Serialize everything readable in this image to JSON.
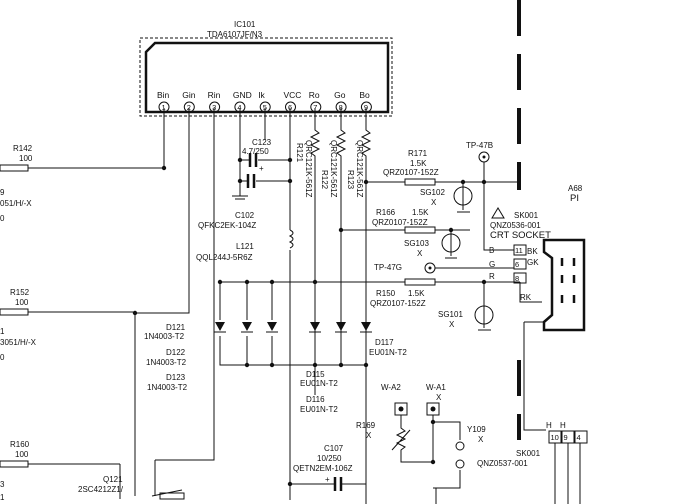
{
  "ic": {
    "ref": "IC101",
    "part": "TDA6107JF/N3",
    "pins": [
      {
        "name": "Bin",
        "num": "1"
      },
      {
        "name": "Gin",
        "num": "2"
      },
      {
        "name": "Rin",
        "num": "3"
      },
      {
        "name": "GND",
        "num": "4"
      },
      {
        "name": "Ik",
        "num": "5"
      },
      {
        "name": "VCC",
        "num": "6"
      },
      {
        "name": "Ro",
        "num": "7"
      },
      {
        "name": "Go",
        "num": "8"
      },
      {
        "name": "Bo",
        "num": "9"
      }
    ]
  },
  "left": {
    "r142": "R142",
    "r142_val": "100",
    "r152": "R152",
    "r152_val": "100",
    "r160": "R160",
    "r160_val": "100",
    "frag_9": "9",
    "frag_051a": "051/H/-X",
    "frag_0": "0",
    "frag_1": "1",
    "frag_3051": "3051/H/-X",
    "frag_0b": "0",
    "frag_3": "3",
    "frag_1b": "1"
  },
  "caps": {
    "c123": "C123",
    "c123_val": "4.7/250",
    "c102": "C102",
    "c102_part": "QFKC2EK-104Z",
    "c107": "C107",
    "c107_val": "10/250",
    "c107_part": "QETN2EM-106Z"
  },
  "coil": {
    "ref": "L121",
    "part": "QQL244J-5R6Z"
  },
  "resistors_v": [
    {
      "ref": "R121",
      "part": "QRC121K-561Z"
    },
    {
      "ref": "R122",
      "part": "QRC121K-561Z"
    },
    {
      "ref": "R123",
      "part": "QRC121K-561Z"
    }
  ],
  "right_res": {
    "r171": "R171",
    "r171_val": "1.5K",
    "r171_part": "QRZ0107-152Z",
    "r166": "R166",
    "r166_val": "1.5K",
    "r166_part": "QRZ0107-152Z",
    "r150": "R150",
    "r150_val": "1.5K",
    "r150_part": "QRZ0107-152Z"
  },
  "sparks": {
    "sg102": "SG102",
    "sg102_x": "X",
    "sg103": "SG103",
    "sg103_x": "X",
    "sg101": "SG101",
    "sg101_x": "X"
  },
  "testpoints": {
    "tp47b": "TP-47B",
    "tp47g": "TP-47G"
  },
  "socket": {
    "ref": "SK001",
    "part": "QNZ0536-001",
    "title": "CRT SOCKET",
    "a68": "A68",
    "pi": "PI",
    "pins": [
      "11",
      "6",
      "8"
    ],
    "labels": [
      "BK",
      "GK",
      "RK"
    ],
    "rgb": [
      "B",
      "G",
      "R"
    ]
  },
  "diodes": {
    "d121": "D121",
    "d121_part": "1N4003-T2",
    "d122": "D122",
    "d122_part": "1N4003-T2",
    "d123": "D123",
    "d123_part": "1N4003-T2",
    "d117": "D117",
    "d117_part": "EU01N-T2",
    "d115": "D115",
    "d115_part": "EU01N-T2",
    "d116": "D116",
    "d116_part": "EU01N-T2"
  },
  "bottom": {
    "wa2": "W-A2",
    "wa1": "W-A1",
    "wa1_x": "X",
    "r169": "R169",
    "r169_x": "X",
    "y109": "Y109",
    "y109_x": "X",
    "sk001": "SK001",
    "sk001_part": "QNZ0537-001",
    "q121": "Q121",
    "q121_part": "2SC4212Z1/",
    "conn": [
      "10",
      "9",
      "4"
    ],
    "h1": "H",
    "h2": "H"
  }
}
